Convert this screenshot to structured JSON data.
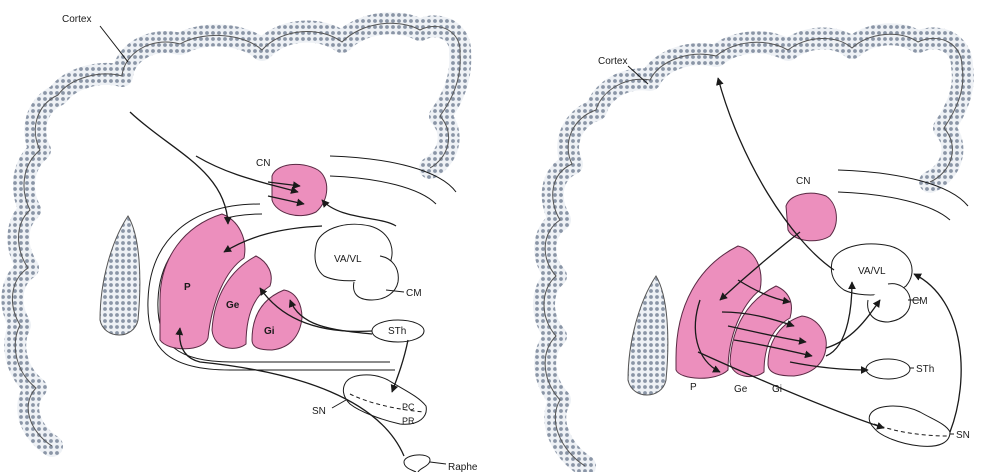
{
  "colors": {
    "nucleus_fill": "#ec8fbd",
    "nucleus_stroke": "#5a2a44",
    "cortex_dot": "#8a95a6",
    "cortex_bg": "#eef1f5",
    "stroke": "#1a1a1a"
  },
  "left_diagram": {
    "cortex": "Cortex",
    "cn": "CN",
    "va_vl": "VA/VL",
    "cm": "CM",
    "p": "P",
    "ge": "Ge",
    "gi": "Gi",
    "sth": "STh",
    "sn": "SN",
    "pc": "PC",
    "pr": "PR",
    "raphe": "Raphe"
  },
  "right_diagram": {
    "cortex": "Cortex",
    "cn": "CN",
    "va_vl": "VA/VL",
    "cm": "CM",
    "p": "P",
    "ge": "Ge",
    "gi": "Gi",
    "sth": "STh",
    "sn": "SN"
  }
}
